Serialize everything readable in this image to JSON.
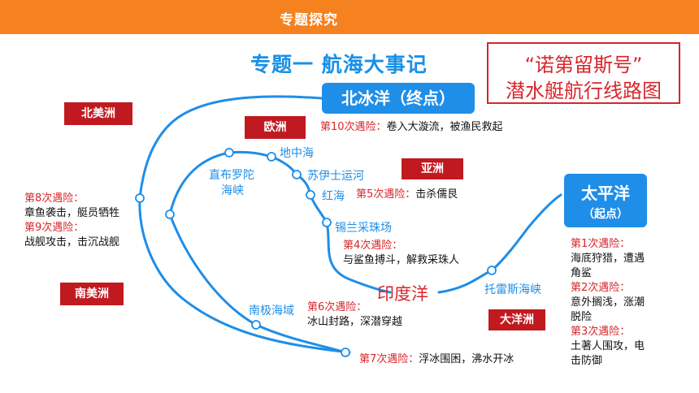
{
  "header": {
    "section_title": "专题探究"
  },
  "title": "专题一  航海大事记",
  "route_map_title": {
    "line1": "“诺第留斯号”",
    "line2": "潜水艇航行线路图"
  },
  "oceans": {
    "arctic": "北冰洋（终点）",
    "pacific": {
      "name": "太平洋",
      "note": "（起点）"
    },
    "indian": "印度洋"
  },
  "continents": {
    "north_america": "北美洲",
    "europe": "欧洲",
    "asia": "亚洲",
    "south_america": "南美洲",
    "oceania": "大洋洲"
  },
  "places": {
    "gibraltar_1": "直布罗陀",
    "gibraltar_2": "海峡",
    "mediterranean": "地中海",
    "suez": "苏伊士运河",
    "red_sea": "红海",
    "ceylon": "锡兰采珠场",
    "torres": "托雷斯海峡",
    "antarctic": "南极海域"
  },
  "events": {
    "e1_title": "第1次遇险：",
    "e1_l1": "海底狩猎，遭遇",
    "e1_l2": "角鲨",
    "e2_title": "第2次遇险：",
    "e2_l1": "意外搁浅，涨潮",
    "e2_l2": "脱险",
    "e3_title": "第3次遇险：",
    "e3_l1": "土著人围攻，电",
    "e3_l2": "击防御",
    "e4_title": "第4次遇险：",
    "e4_l1": "与鲨鱼搏斗，解救采珠人",
    "e5_title": "第5次遇险：",
    "e5_text": "击杀儒艮",
    "e6_title": "第6次遇险：",
    "e6_l1": "冰山封路，深潜穿越",
    "e7_title": "第7次遇险：",
    "e7_text": "浮冰围困，沸水开冰",
    "e8_title": "第8次遇险：",
    "e8_l1": "章鱼袭击，艇员牺牲",
    "e9_title": "第9次遇险：",
    "e9_l1": "战舰攻击，击沉战舰",
    "e10_title": "第10次遇险：",
    "e10_text": "卷入大漩流，被渔民救起"
  },
  "colors": {
    "accent_orange": "#f5821f",
    "route_blue": "#1f8ee8",
    "brand_red": "#c01a20",
    "text_red": "#d7262b"
  }
}
